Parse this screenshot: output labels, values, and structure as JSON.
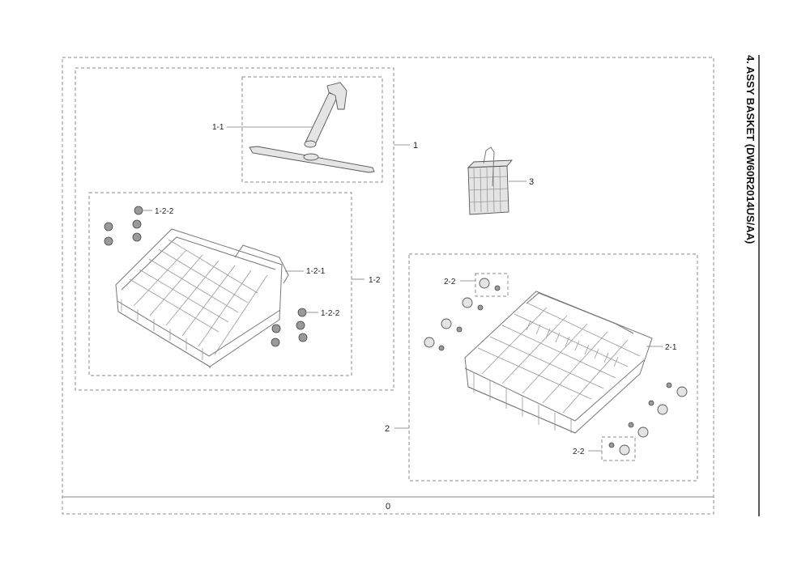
{
  "title": "4. ASSY BASKET (DW60R2014US/AA)",
  "labels": {
    "root": "0",
    "upper_assy": "1",
    "spray_arm": "1-1",
    "upper_rack": "1-2",
    "upper_rack_frame": "1-2-1",
    "upper_wheel_top": "1-2-2",
    "upper_wheel_right": "1-2-2",
    "lower_assy": "2",
    "lower_rack_frame": "2-1",
    "lower_wheel_top": "2-2",
    "lower_wheel_bottom": "2-2",
    "cutlery_basket": "3"
  }
}
